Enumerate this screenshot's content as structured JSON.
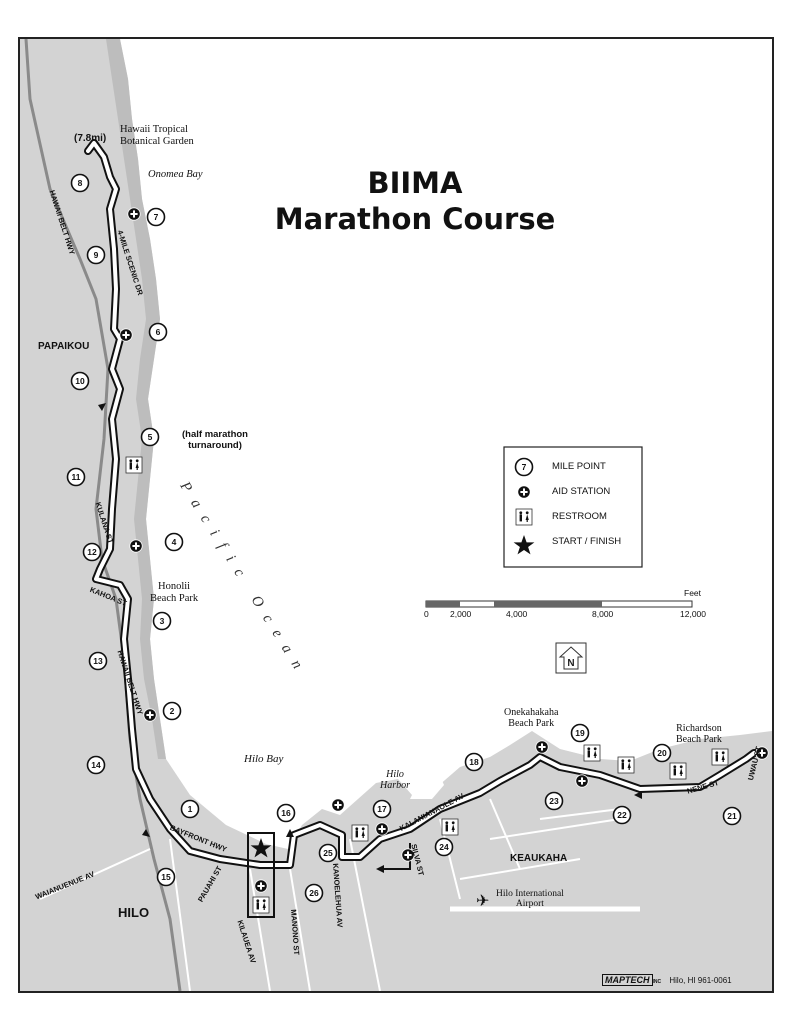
{
  "title": {
    "line1": "BIIMA",
    "line2": "Marathon Course"
  },
  "places": {
    "garden": [
      "Hawaii Tropical",
      "Botanical Garden"
    ],
    "onomea": "Onomea Bay",
    "papaikou": "PAPAIKOU",
    "honolii": [
      "Honolii",
      "Beach Park"
    ],
    "pacific": "Pacific Ocean",
    "hilo_bay": "Hilo Bay",
    "hilo_harbor": [
      "Hilo",
      "Harbor"
    ],
    "hilo": "HILO",
    "keaukaha": "KEAUKAHA",
    "onekahakaha": [
      "Onekahakaha",
      "Beach Park"
    ],
    "richardson": [
      "Richardson",
      "Beach Park"
    ],
    "airport": [
      "Hilo International",
      "Airport"
    ]
  },
  "streets": {
    "hawaii_belt_1": "HAWAII BELT HWY",
    "scenic": "4-MILE SCENIC DR",
    "kulana": "KULANA ST",
    "kahoa": "KAHOA ST",
    "hawaii_belt_2": "HAWAII BELT HWY",
    "bayfront": "BAYFRONT HWY",
    "waianuenue": "WAIANUENUE AV",
    "pauahi": "PAUAHI ST",
    "kilauea": "KILAUEA AV",
    "manono": "MANONO ST",
    "kanoelehua": "KANOELEHUA AV",
    "silva": "SILVA ST",
    "kalanianaole": "KALANIANAOLE AV",
    "nene": "NENE ST",
    "uwau": "UWAU ST"
  },
  "annotations": {
    "turnaround_dist": "(7.8mi)",
    "half_turn": [
      "(half marathon",
      "turnaround)"
    ]
  },
  "mile_markers": [
    "1",
    "2",
    "3",
    "4",
    "5",
    "6",
    "7",
    "8",
    "9",
    "10",
    "11",
    "12",
    "13",
    "14",
    "15",
    "16",
    "17",
    "18",
    "19",
    "20",
    "21",
    "22",
    "23",
    "24",
    "25",
    "26"
  ],
  "legend": {
    "mile_point": "MILE POINT",
    "aid_station": "AID STATION",
    "restroom": "RESTROOM",
    "start_finish": "START / FINISH",
    "sample_mile": "7"
  },
  "scale": {
    "unit": "Feet",
    "ticks": [
      "0",
      "2,000",
      "4,000",
      "8,000",
      "12,000"
    ]
  },
  "credit": {
    "brand": "MAPTECH",
    "inc": "INC",
    "ref": "Hilo, HI   961-0061"
  },
  "colors": {
    "land": "#d3d3d3",
    "water": "#ffffff",
    "route": "#ffffff",
    "route_edge": "#111111"
  }
}
